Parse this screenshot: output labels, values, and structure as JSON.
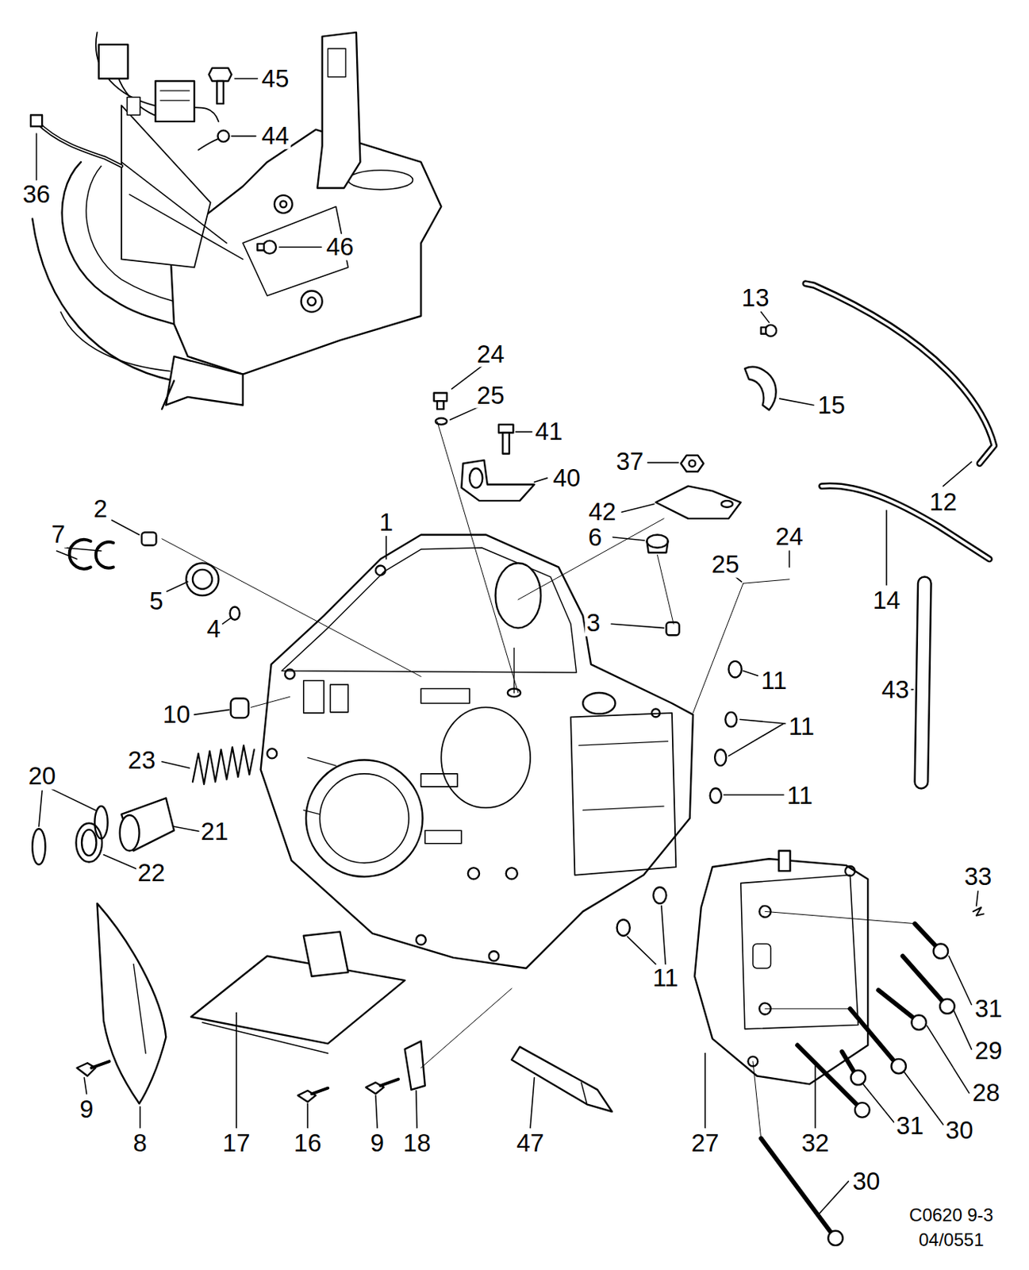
{
  "diagram": {
    "labels": [
      "45",
      "44",
      "36",
      "46",
      "13",
      "24",
      "25",
      "15",
      "41",
      "37",
      "40",
      "2",
      "12",
      "42",
      "1",
      "24",
      "7",
      "6",
      "25",
      "14",
      "5",
      "4",
      "3",
      "11",
      "43",
      "10",
      "11",
      "23",
      "20",
      "11",
      "21",
      "22",
      "33",
      "11",
      "31",
      "29",
      "28",
      "9",
      "31",
      "30",
      "8",
      "17",
      "16",
      "9",
      "18",
      "47",
      "27",
      "32",
      "30",
      "C0620 9-3",
      "04/0551"
    ]
  }
}
